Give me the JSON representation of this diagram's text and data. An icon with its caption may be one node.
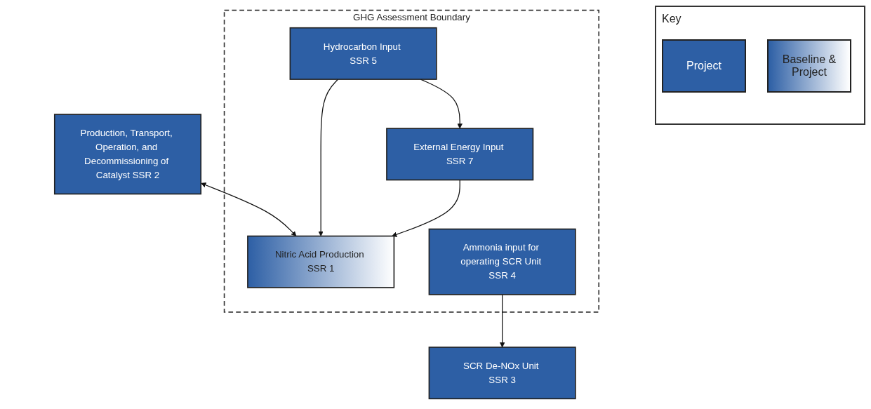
{
  "diagram": {
    "nodes": [
      {
        "text": [
          "GHG Assessment Boundary"
        ]
      },
      {
        "text": [
          "Nitric Acid Production SSR 1"
        ],
        "in": 0
      },
      {
        "text": [
          "Hydrocarbon Input SSR 5"
        ],
        "in": 0
      },
      {
        "text": [
          "External Energy Input SSR 7"
        ],
        "in": 0
      },
      {
        "text": [
          "Ammonia input for operating SCR Unit SSR 4"
        ],
        "in": 0
      },
      {
        "text": [
          "Production, Transport, Operation, and Decommissioning of Catalyst SSR 2"
        ]
      },
      {
        "text": [
          "SCR De-NOx Unit SSR 3"
        ]
      }
    ],
    "edges": [
      {
        "from": 5,
        "to": 1,
        "arrow": "both"
      },
      {
        "from": 2,
        "to": 1,
        "arrow": "to"
      },
      {
        "from": 2,
        "to": 3,
        "arrow": "to"
      },
      {
        "from": 3,
        "to": 1,
        "arrow": "to"
      },
      {
        "from": 4,
        "to": 6,
        "arrow": "to"
      }
    ],
    "labels": [
      "Key"
    ],
    "legend": [
      {
        "text": "Project",
        "color": "#2d5fa5"
      },
      {
        "text": "Baseline & Project"
      }
    ]
  }
}
